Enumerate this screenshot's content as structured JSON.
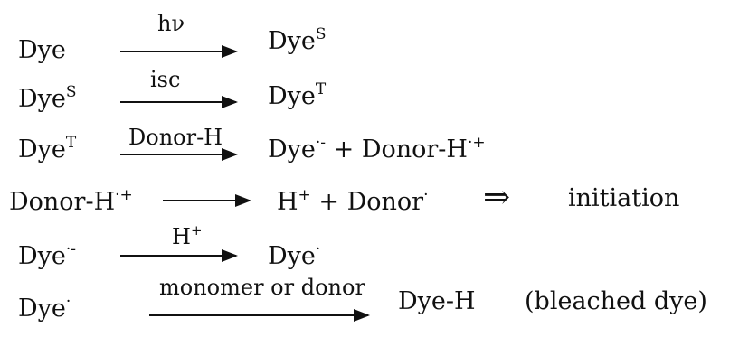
{
  "reactions": [
    {
      "reactant": "Dye",
      "r_sup": "",
      "condition": "hν",
      "product": "Dye",
      "p_sup": "S",
      "extra": ""
    },
    {
      "reactant": "Dye",
      "r_sup": "S",
      "condition": "isc",
      "product": "Dye",
      "p_sup": "T",
      "extra": ""
    },
    {
      "reactant": "Dye",
      "r_sup": "T",
      "condition": "Donor-H",
      "product": "Dye",
      "p_sup": "·-",
      "extra": "+ Donor-H",
      "extra_sup": "·+"
    },
    {
      "reactant": "Donor-H",
      "r_sup": "·+",
      "condition": "",
      "product": "H",
      "p_sup": "+",
      "extra": "+ Donor",
      "extra_sup": "·",
      "implies": "⇒",
      "result": "initiation"
    },
    {
      "reactant": "Dye",
      "r_sup": "·-",
      "condition": "H",
      "condition_sup": "+",
      "product": "Dye",
      "p_sup": "·",
      "extra": ""
    },
    {
      "reactant": "Dye",
      "r_sup": "·",
      "condition": "monomer or donor",
      "product": "Dye-H",
      "p_sup": "",
      "extra": "(bleached dye)"
    }
  ]
}
